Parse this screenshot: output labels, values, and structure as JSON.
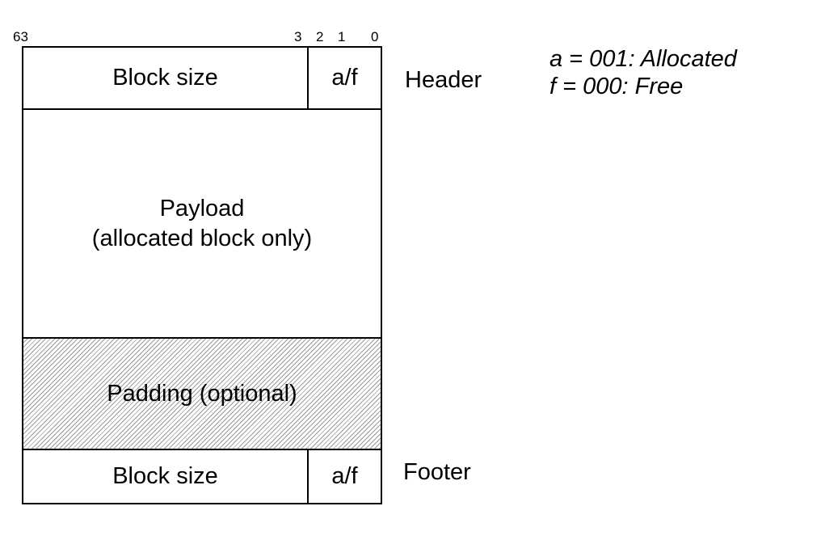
{
  "bit_labels": {
    "msb": "63",
    "b3": "3",
    "b2": "2",
    "b1": "1",
    "b0": "0"
  },
  "header": {
    "size_label": "Block size",
    "flag_label": "a/f",
    "side_label": "Header"
  },
  "payload": {
    "line1": "Payload",
    "line2": "(allocated block only)"
  },
  "padding": {
    "label": "Padding (optional)"
  },
  "footer": {
    "size_label": "Block size",
    "flag_label": "a/f",
    "side_label": "Footer"
  },
  "legend": {
    "allocated": "a = 001: Allocated",
    "free": "f = 000: Free"
  }
}
